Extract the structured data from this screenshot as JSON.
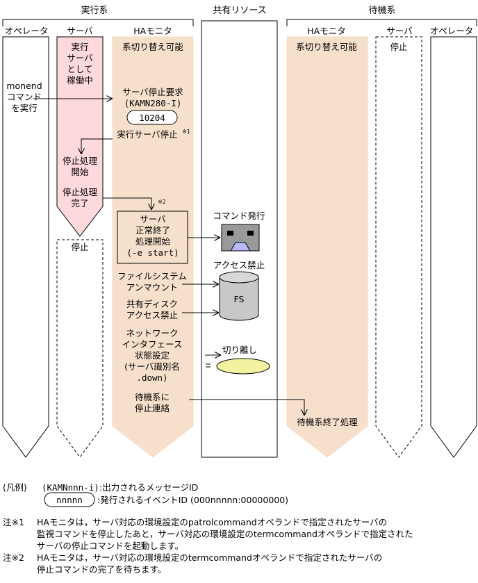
{
  "headers": {
    "active_system": "実行系",
    "shared_resource": "共有リソース",
    "standby_system": "待機系"
  },
  "lanes": {
    "active_operator": "オペレータ",
    "active_server": "サーバ",
    "active_ha_monitor": "HAモニタ",
    "standby_ha_monitor": "HAモニタ",
    "standby_server": "サーバ",
    "standby_operator": "オペレータ"
  },
  "operator": {
    "command_lines": [
      "monend",
      "コマンド",
      "を実行"
    ]
  },
  "server_active": {
    "running_lines": [
      "実行",
      "サーバ",
      "として",
      "稼働中"
    ],
    "stop_start_lines": [
      "停止処理",
      "開始"
    ],
    "stop_done_lines": [
      "停止処理",
      "完了"
    ],
    "stopped": "停止"
  },
  "ha_active": {
    "switchable": "系切り替え可能",
    "stop_request": "サーバ停止要求",
    "message_id": "(KAMN280-I)",
    "event_id": "10204",
    "active_stop": "実行サーバ停止",
    "note1_mark": "※1",
    "note2_mark": "※2",
    "normal_end_lines": [
      "サーバ",
      "正常終了",
      "処理開始",
      "(-e start)"
    ],
    "unmount_lines": [
      "ファイルシステム",
      "アンマウント"
    ],
    "disk_lines": [
      "共有ディスク",
      "アクセス禁止"
    ],
    "network_lines": [
      "ネットワーク",
      "インタフェース",
      "状態設定",
      "(サーバ識別名",
      ".down)"
    ],
    "notify_lines": [
      "待機系に",
      "停止連絡"
    ]
  },
  "shared": {
    "command_issue": "コマンド発行",
    "access_forbidden": "アクセス禁止",
    "fs_label": "FS",
    "isolation": "切り離し"
  },
  "standby": {
    "switchable": "系切り替え可能",
    "stopped": "停止",
    "end_process": "待機系終了処理"
  },
  "legend": {
    "label": "(凡例)",
    "message_sample": "(KAMNnnn-i)",
    "message_desc": ":出力されるメッセージID",
    "event_sample": "nnnnn",
    "event_desc": ":発行されるイベントID (000nnnnn:00000000)"
  },
  "notes": [
    {
      "mark": "注※1",
      "lines": [
        "HAモニタは，サーバ対応の環境設定のpatrolcommandオペランドで指定されたサーバの",
        "監視コマンドを停止したあと，サーバ対応の環境設定のtermcommandオペランドで指定された",
        "サーバの停止コマンドを起動します。"
      ]
    },
    {
      "mark": "注※2",
      "lines": [
        "HAモニタは，サーバ対応の環境設定のtermcommandオペランドで指定されたサーバの",
        "停止コマンドの完了を待ちます。"
      ]
    }
  ],
  "colors": {
    "server_running": "#fdd8dc",
    "ha_monitor": "#f6dfcb",
    "disk": "#c8c8c8",
    "isolation": "#f2f2a0",
    "command_icon": "#9a9a9a",
    "command_icon_accent": "#b8b8ff"
  }
}
